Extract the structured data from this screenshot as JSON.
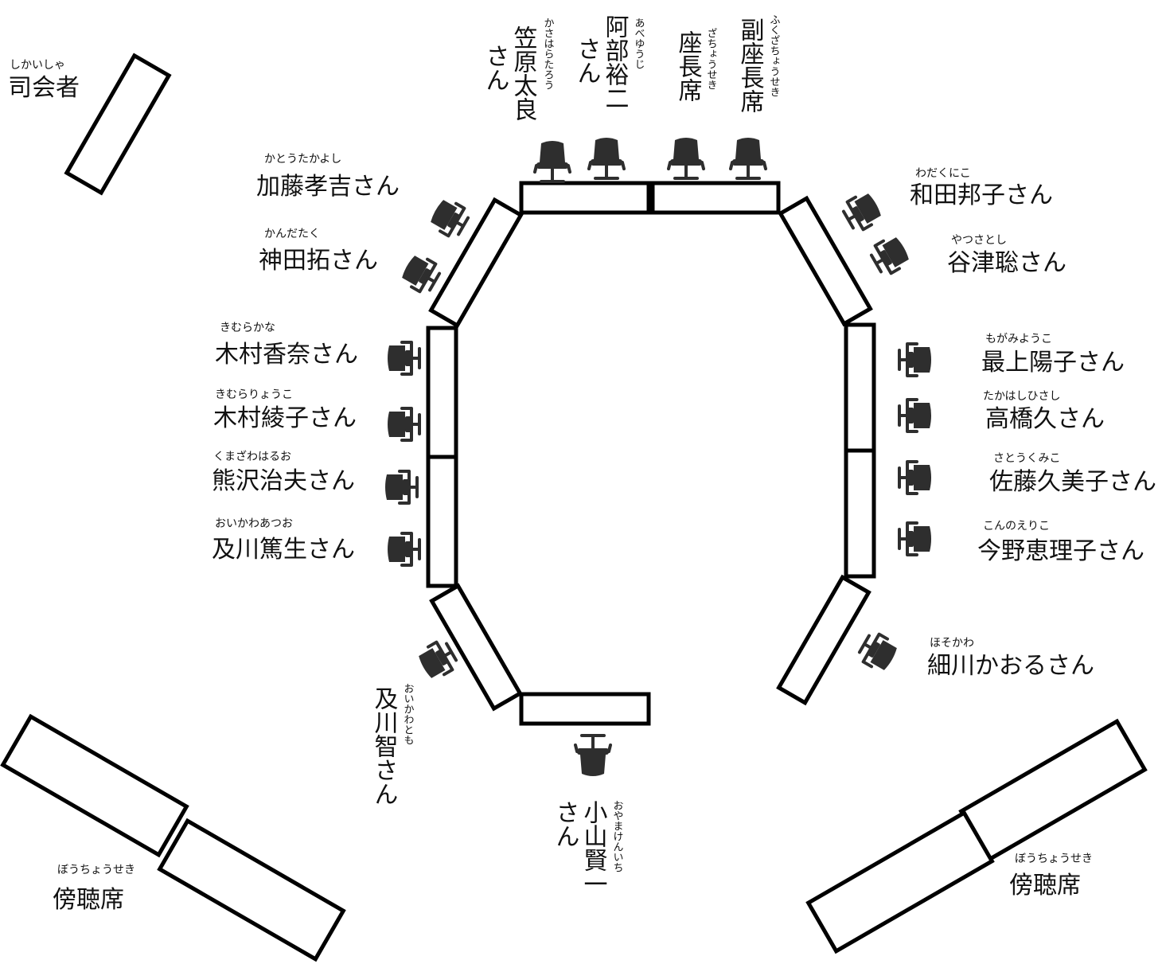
{
  "colors": {
    "line": "#000000",
    "chair": "#2e2e2e",
    "text": "#111111",
    "background": "#ffffff"
  },
  "labels": {
    "mc": {
      "name": "司会者",
      "ruby": "しかいしゃ"
    },
    "kato": {
      "name": "加藤孝吉さん",
      "ruby": "かとうたかよし"
    },
    "kanda": {
      "name": "神田拓さん",
      "ruby": "かんだたく"
    },
    "kimura_k": {
      "name": "木村香奈さん",
      "ruby": "きむらかな"
    },
    "kimura_r": {
      "name": "木村綾子さん",
      "ruby": "きむらりょうこ"
    },
    "kumazawa": {
      "name": "熊沢治夫さん",
      "ruby": "くまざわはるお"
    },
    "oikawa_a": {
      "name": "及川篤生さん",
      "ruby": "おいかわあつお"
    },
    "oikawa_t": {
      "name_line1": "及川",
      "name_line2": "智さん",
      "ruby": "おいかわとも"
    },
    "koyama": {
      "name_line1": "小山賢一",
      "name_line2": "さん",
      "ruby": "おやまけんいち"
    },
    "kasahara": {
      "name_line1": "笠原太良",
      "name_line2": "さん",
      "ruby": "かさはらたろう"
    },
    "abe": {
      "name_line1": "阿部裕二",
      "name_line2": "さん",
      "ruby": "あべゆうじ"
    },
    "chair_seat": {
      "name": "座長席",
      "ruby": "ざちょうせき"
    },
    "vice_chair": {
      "name": "副座長席",
      "ruby": "ふくざちょうせき"
    },
    "wada": {
      "name": "和田邦子さん",
      "ruby": "わだくにこ"
    },
    "tanitsu": {
      "name": "谷津聡さん",
      "ruby": "やつさとし"
    },
    "mogami": {
      "name": "最上陽子さん",
      "ruby": "もがみようこ"
    },
    "takahashi": {
      "name": "高橋久さん",
      "ruby": "たかはしひさし"
    },
    "sato": {
      "name": "佐藤久美子さん",
      "ruby": "さとうくみこ"
    },
    "konno": {
      "name": "今野恵理子さん",
      "ruby": "こんのえりこ"
    },
    "hosokawa": {
      "name": "細川かおるさん",
      "ruby": "ほそかわ"
    },
    "gallery_left": {
      "name": "傍聴席",
      "ruby": "ぼうちょうせき"
    },
    "gallery_right": {
      "name": "傍聴席",
      "ruby": "ぼうちょうせき"
    }
  }
}
